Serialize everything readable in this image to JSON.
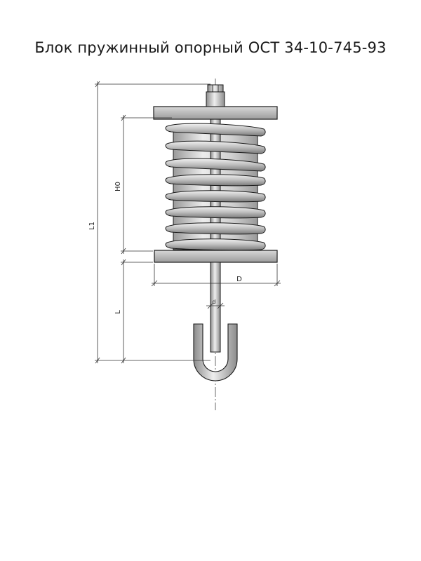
{
  "title": "Блок пружинный опорный  ОСТ 34-10-745-93",
  "dimensions": {
    "L1": "L1",
    "H0": "H0",
    "L": "L",
    "D": "D",
    "d": "d"
  },
  "colors": {
    "line": "#1a1a1a",
    "metal_light": "#e2e2e2",
    "metal_mid": "#c4c4c4",
    "metal_dark": "#8f8f8f",
    "plate": "#bdbdbd",
    "dim": "#333333"
  }
}
